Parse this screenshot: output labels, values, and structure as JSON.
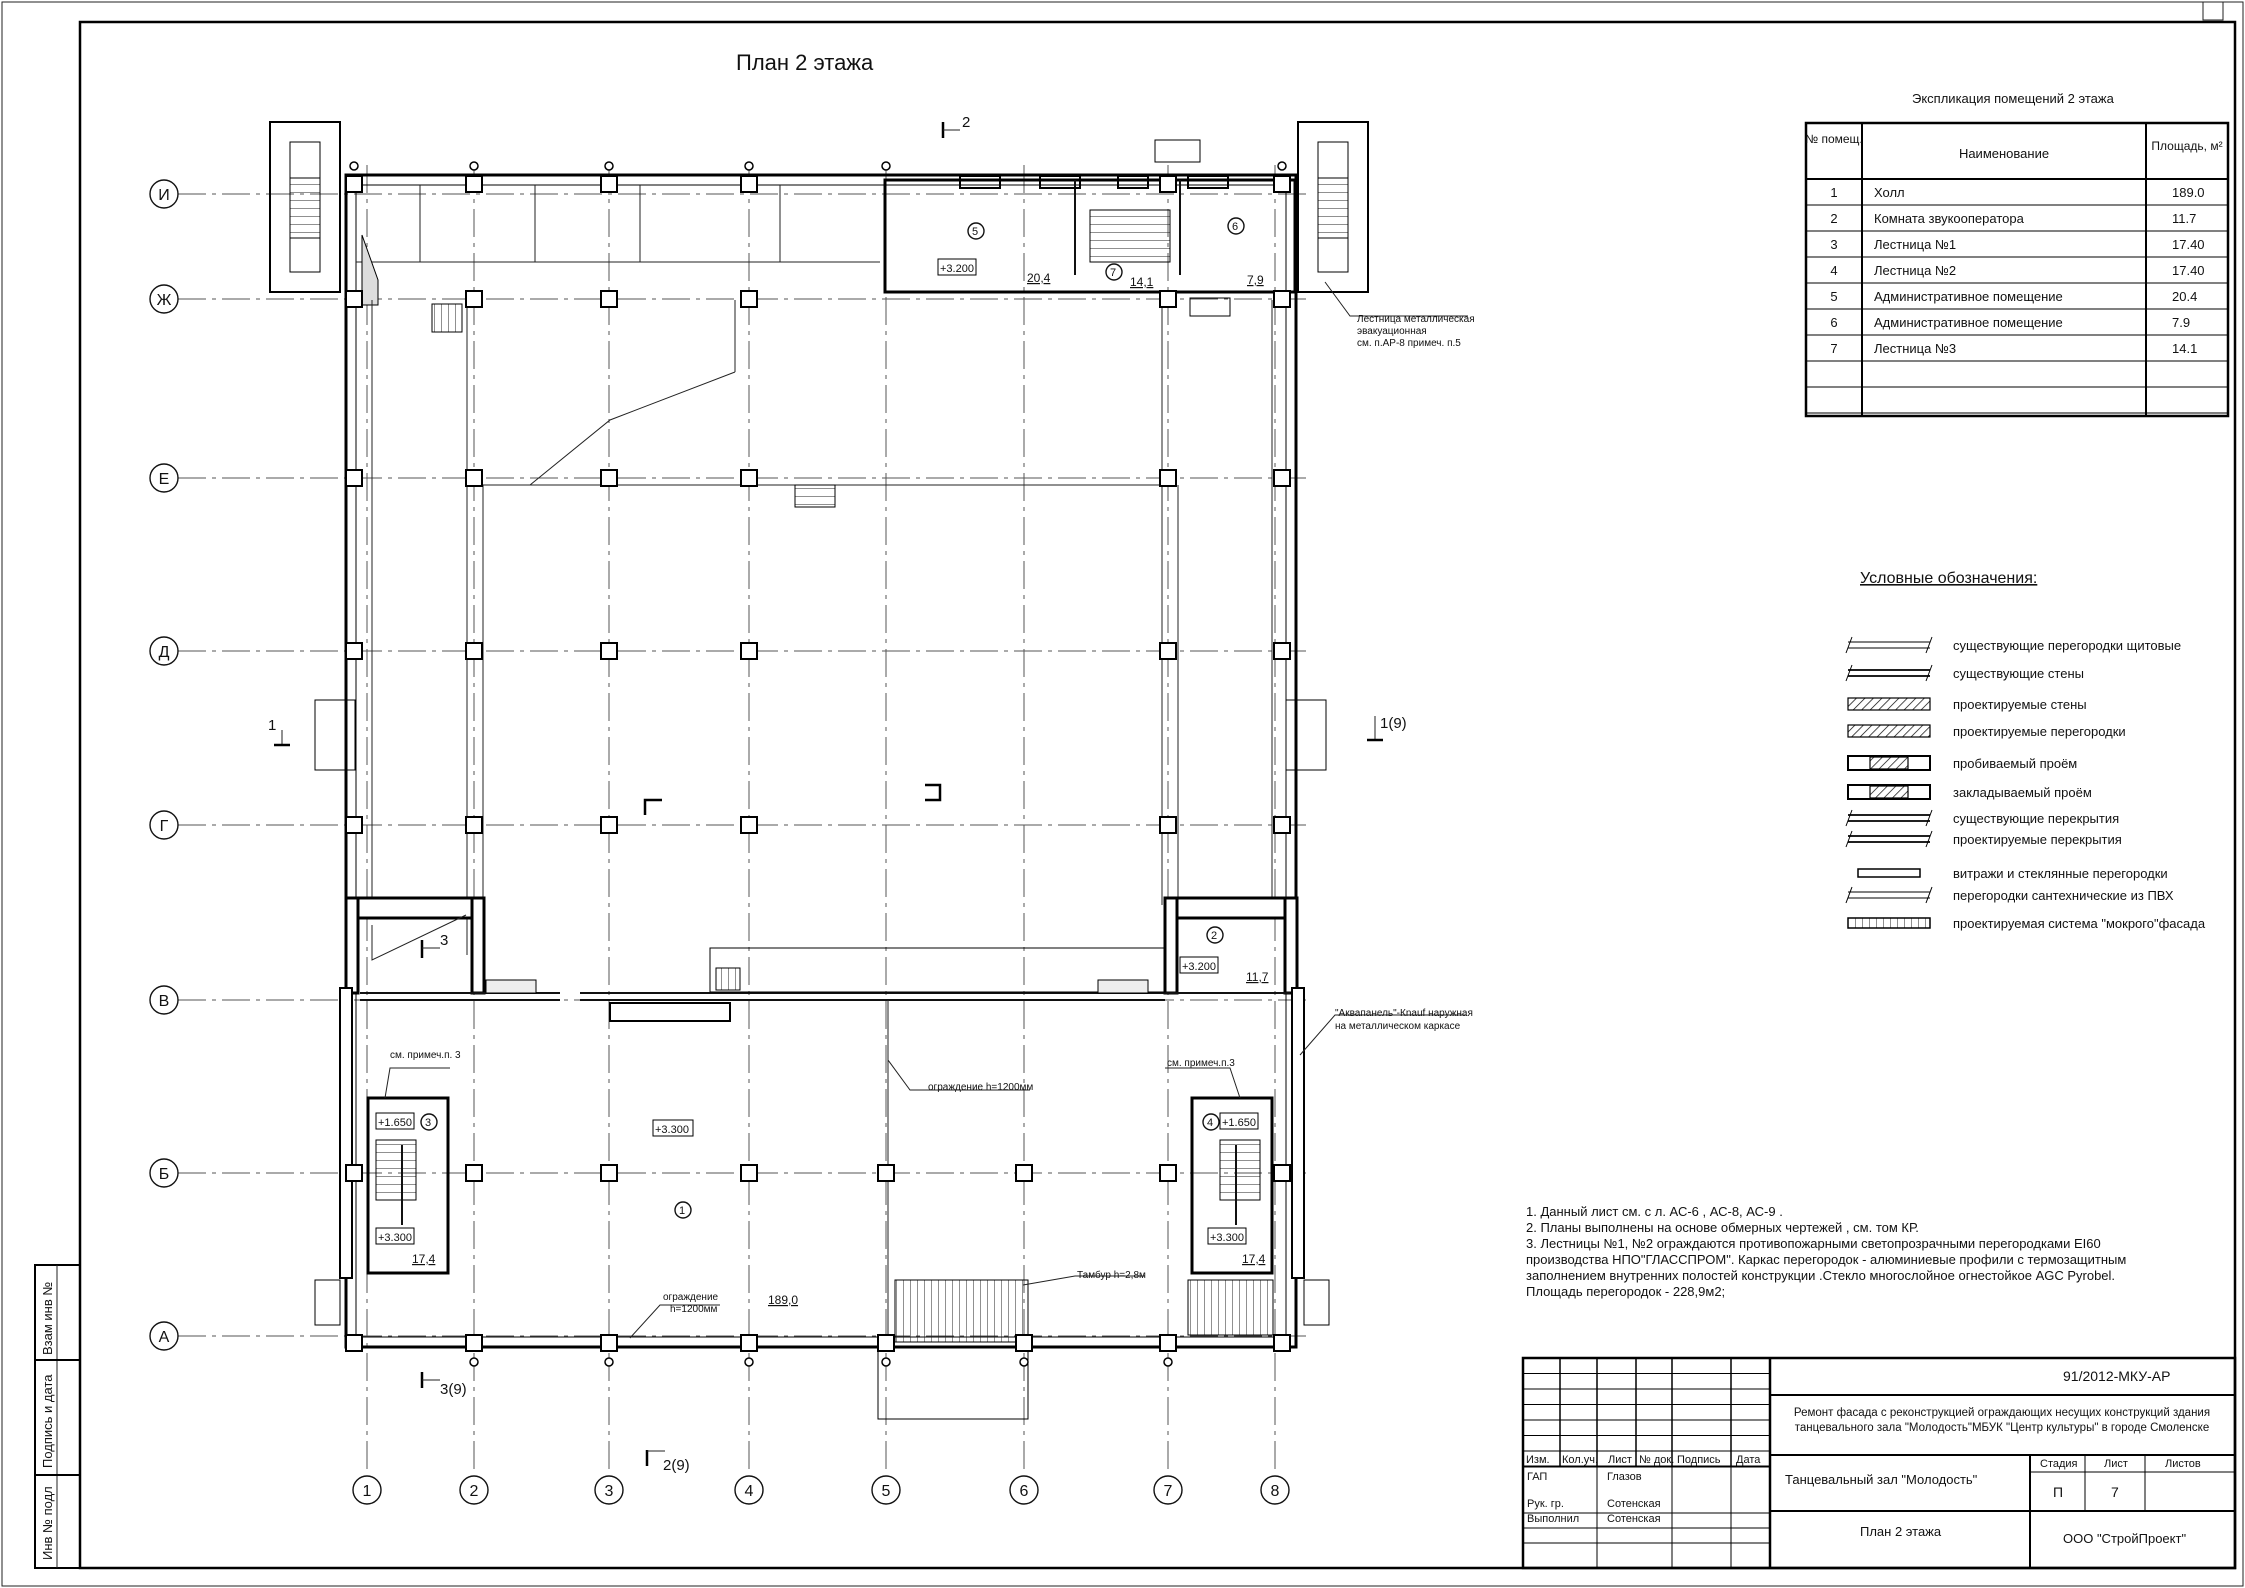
{
  "plan_title": "План 2 этажа",
  "section_marks": {
    "top": "2",
    "bottom": "2(9)",
    "left": "1",
    "right": "1(9)",
    "stair_left": "3",
    "stair_bottom": "3(9)"
  },
  "axes": {
    "rows": [
      "И",
      "Ж",
      "Е",
      "Д",
      "Г",
      "В",
      "Б",
      "А"
    ],
    "columns": [
      "1",
      "2",
      "3",
      "4",
      "5",
      "6",
      "7",
      "8"
    ]
  },
  "room_tags": {
    "r1": "1",
    "r2": "2",
    "r3": "3",
    "r4": "4",
    "r5": "5",
    "r6": "6",
    "r7": "7"
  },
  "levels": {
    "room5": "+3.200",
    "room2": "+3.200",
    "hall": "+3.300",
    "stair3_top": "+1.650",
    "stair3_bottom": "+3.300",
    "stair4_top": "+1.650",
    "stair4_bottom": "+3.300"
  },
  "areas_on_plan": {
    "room5": "20,4",
    "room7": "14,1",
    "room6": "7,9",
    "room2": "11,7",
    "stair3": "17,4",
    "stair4": "17,4",
    "hall": "189,0"
  },
  "callouts": {
    "metal_stair": [
      "Лестница металлическая",
      "эвакуационная",
      "см. п.АР-8 примеч. п.5"
    ],
    "aquapanel": [
      "\"Аквапанель\"-Кnauf наружная",
      "на металлическом каркасе"
    ],
    "note3_left": "см. примеч.п. 3",
    "note3_right": "см. примеч.п.3",
    "railing_mid": "ограждение  h=1200мм",
    "railing_bottom": [
      "ограждение",
      "h=1200мм"
    ],
    "vestibule": "Тамбур h=2,8м"
  },
  "explication": {
    "title": "Экспликация помещений  2 этажа",
    "headers": [
      "№ помещ.",
      "Наименование",
      "Площадь, м²"
    ],
    "rows": [
      {
        "num": "1",
        "name": "Холл",
        "area": "189.0"
      },
      {
        "num": "2",
        "name": "Комната звукооператора",
        "area": "11.7"
      },
      {
        "num": "3",
        "name": "Лестница №1",
        "area": "17.40"
      },
      {
        "num": "4",
        "name": "Лестница №2",
        "area": "17.40"
      },
      {
        "num": "5",
        "name": "Административное помещение",
        "area": "20.4"
      },
      {
        "num": "6",
        "name": "Административное помещение",
        "area": "7.9"
      },
      {
        "num": "7",
        "name": "Лестница №3",
        "area": "14.1"
      }
    ]
  },
  "legend": {
    "title": "Условные обозначения:",
    "items": [
      "существующие перегородки щитовые",
      "существующие  стены",
      "проектируемые  стены",
      "проектируемые  перегородки",
      "пробиваемый проём",
      "закладываемый проём",
      "существующие перекрытия",
      "проектируемые перекрытия",
      "витражи и стеклянные перегородки",
      "перегородки сантехнические из ПВХ",
      "проектируемая система  \"мокрого\"фасада"
    ]
  },
  "notes": [
    "1. Данный лист см. с л. АС-6 , АС-8, АС-9 .",
    "2. Планы выполнены на основе обмерных чертежей , см. том КР.",
    "3. Лестницы №1, №2  ограждаются  противопожарными светопрозрачными перегородками   EI60",
    "    производства НПО\"ГЛАССПРОМ\". Каркас перегородок - алюминиевые профили с термозащитным",
    "    заполнением внутренних полостей конструкции .Стекло многослойное огнестойкое  AGC Pyrobel.",
    "   Площадь перегородок - 228,9м2;"
  ],
  "stamp": {
    "code": "91/2012-МКУ-АР",
    "project": [
      "Ремонт фасада с реконструкцией ограждающих несущих конструкций здания",
      "танцевального зала \"Молодость\"МБУК \"Центр культуры\" в городе Смоленске"
    ],
    "headers": [
      "Изм.",
      "Кол.уч.",
      "Лист",
      "№ док.",
      "Подпись",
      "Дата"
    ],
    "roles": [
      {
        "role": "ГАП",
        "name": "Глазов"
      },
      {
        "role": "Рук. гр.",
        "name": "Сотенская"
      },
      {
        "role": "Выполнил",
        "name": "Сотенская"
      }
    ],
    "object": "Танцевальный зал \"Молодость\"",
    "sheet_title": "План 2 этажа",
    "stage_label": "Стадия",
    "sheet_label": "Лист",
    "sheets_label": "Листов",
    "stage": "П",
    "sheet": "7",
    "sheets": "",
    "company": "ООО \"СтройПроект\""
  },
  "side_stamp": [
    "Взам инв №",
    "Подпись и дата",
    "Инв № подл"
  ]
}
